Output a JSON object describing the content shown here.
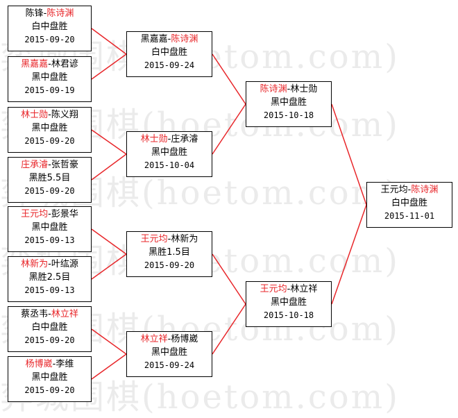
{
  "watermark": "弈城围棋(hoetom.com)",
  "colors": {
    "winner": "#e8262a",
    "line": "#e8262a",
    "border": "#000000",
    "watermark": "#ebebeb"
  },
  "round1": [
    {
      "p1": "陈锋",
      "p2": "陈诗渊",
      "winner": 2,
      "result": "白中盘胜",
      "date": "2015-09-20"
    },
    {
      "p1": "黑嘉嘉",
      "p2": "林君谚",
      "winner": 1,
      "result": "黑中盘胜",
      "date": "2015-09-19"
    },
    {
      "p1": "林士勋",
      "p2": "陈义翔",
      "winner": 1,
      "result": "黑中盘胜",
      "date": "2015-09-20"
    },
    {
      "p1": "庄承濬",
      "p2": "张哲豪",
      "winner": 1,
      "result": "黑胜5.5目",
      "date": "2015-09-20"
    },
    {
      "p1": "王元均",
      "p2": "彭景华",
      "winner": 1,
      "result": "黑中盘胜",
      "date": "2015-09-13"
    },
    {
      "p1": "林新为",
      "p2": "叶纮源",
      "winner": 1,
      "result": "黑胜2.5目",
      "date": "2015-09-13"
    },
    {
      "p1": "蔡丞韦",
      "p2": "林立祥",
      "winner": 2,
      "result": "白中盘胜",
      "date": "2015-09-20"
    },
    {
      "p1": "杨博崴",
      "p2": "李维",
      "winner": 1,
      "result": "黑中盘胜",
      "date": "2015-09-20"
    }
  ],
  "round2": [
    {
      "p1": "黑嘉嘉",
      "p2": "陈诗渊",
      "winner": 2,
      "result": "白中盘胜",
      "date": "2015-09-24"
    },
    {
      "p1": "林士勋",
      "p2": "庄承濬",
      "winner": 1,
      "result": "黑中盘胜",
      "date": "2015-10-04"
    },
    {
      "p1": "王元均",
      "p2": "林新为",
      "winner": 1,
      "result": "黑胜1.5目",
      "date": "2015-09-20"
    },
    {
      "p1": "林立祥",
      "p2": "杨博崴",
      "winner": 1,
      "result": "黑中盘胜",
      "date": "2015-09-24"
    }
  ],
  "round3": [
    {
      "p1": "陈诗渊",
      "p2": "林士勋",
      "winner": 1,
      "result": "黑中盘胜",
      "date": "2015-10-18"
    },
    {
      "p1": "王元均",
      "p2": "林立祥",
      "winner": 1,
      "result": "黑中盘胜",
      "date": "2015-10-18"
    }
  ],
  "final": [
    {
      "p1": "王元均",
      "p2": "陈诗渊",
      "winner": 2,
      "result": "白中盘胜",
      "date": "2015-11-01"
    }
  ]
}
